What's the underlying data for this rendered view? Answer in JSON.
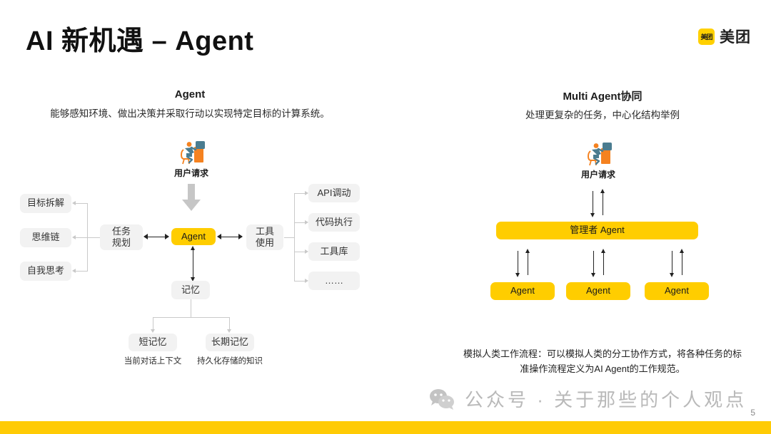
{
  "slide": {
    "title": "AI 新机遇 – Agent",
    "page_number": "5",
    "accent_yellow": "#FFCD00",
    "bar_yellow": "#FFCB05",
    "node_gray": "#F2F2F2"
  },
  "brand": {
    "mark_text": "美团",
    "name": "美团"
  },
  "left_panel": {
    "heading": "Agent",
    "subtitle": "能够感知环境、做出决策并采取行动以实现特定目标的计算系统。",
    "user_request_label": "用户请求",
    "user_request_icon": "person-at-desk-icon",
    "center_node": "Agent",
    "planning_node": "任务\n规划",
    "planning_line1": "任务",
    "planning_line2": "规划",
    "planning_inputs": [
      "目标拆解",
      "思维链",
      "自我思考"
    ],
    "tools_line1": "工具",
    "tools_line2": "使用",
    "tool_items": [
      "API调动",
      "代码执行",
      "工具库",
      "……"
    ],
    "memory_node": "记忆",
    "memory_children": [
      {
        "label": "短记忆",
        "caption": "当前对话上下文"
      },
      {
        "label": "长期记忆",
        "caption": "持久化存储的知识"
      }
    ]
  },
  "right_panel": {
    "heading": "Multi  Agent协同",
    "subtitle": "处理更复杂的任务，中心化结构举例",
    "user_request_label": "用户请求",
    "user_request_icon": "person-at-desk-icon",
    "manager_node": "管理者 Agent",
    "agents": [
      "Agent",
      "Agent",
      "Agent"
    ],
    "note": "模拟人类工作流程：可以模拟人类的分工协作方式，将各种任务的标准操作流程定义为AI Agent的工作规范。"
  },
  "watermark": {
    "icon": "wechat-icon",
    "text": "公众号 · 关于那些的个人观点"
  }
}
